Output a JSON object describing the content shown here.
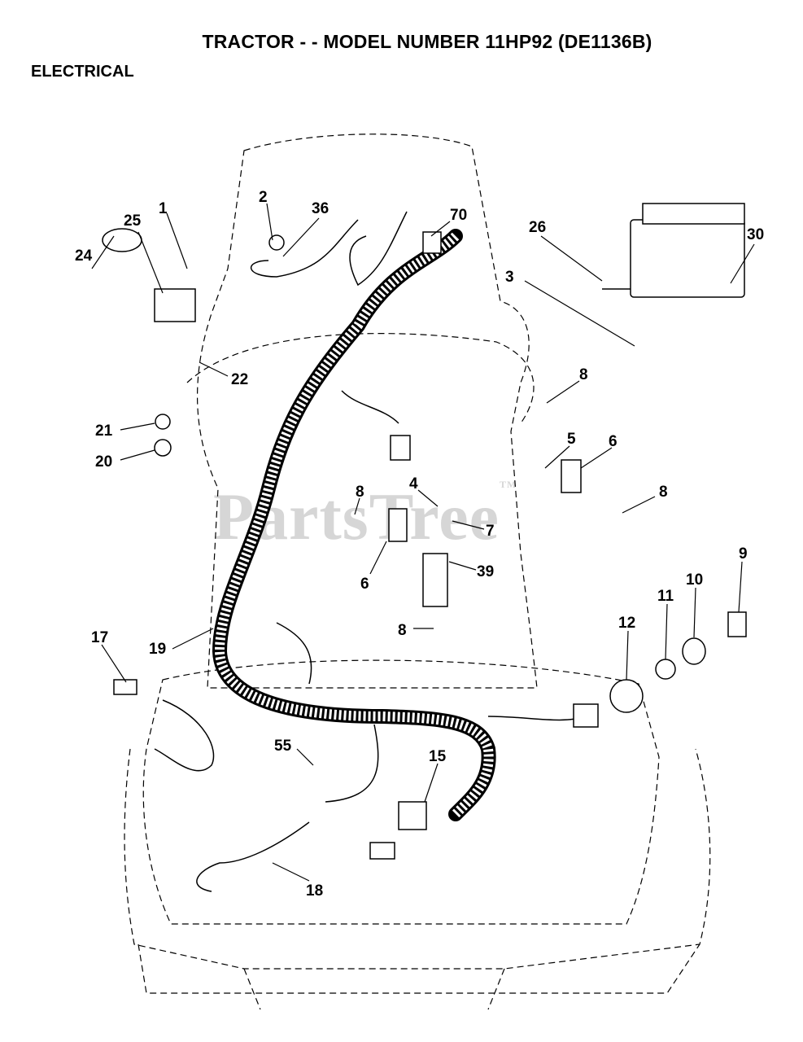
{
  "header": {
    "title": "TRACTOR - - MODEL NUMBER 11HP92 (DE1136B)",
    "section": "ELECTRICAL"
  },
  "watermark": {
    "text": "PartsTree",
    "mark": "TM"
  },
  "callouts": {
    "c1": "1",
    "c2": "2",
    "c36": "36",
    "c70": "70",
    "c25": "25",
    "c24": "24",
    "c26": "26",
    "c30": "30",
    "c3": "3",
    "c22": "22",
    "c21": "21",
    "c20": "20",
    "c8a": "8",
    "c5": "5",
    "c6a": "6",
    "c8b": "8",
    "c4": "4",
    "c7": "7",
    "c8c": "8",
    "c6b": "6",
    "c39": "39",
    "c9": "9",
    "c10": "10",
    "c11": "11",
    "c12": "12",
    "c8d": "8",
    "c17": "17",
    "c19": "19",
    "c55": "55",
    "c15": "15",
    "c18": "18"
  }
}
